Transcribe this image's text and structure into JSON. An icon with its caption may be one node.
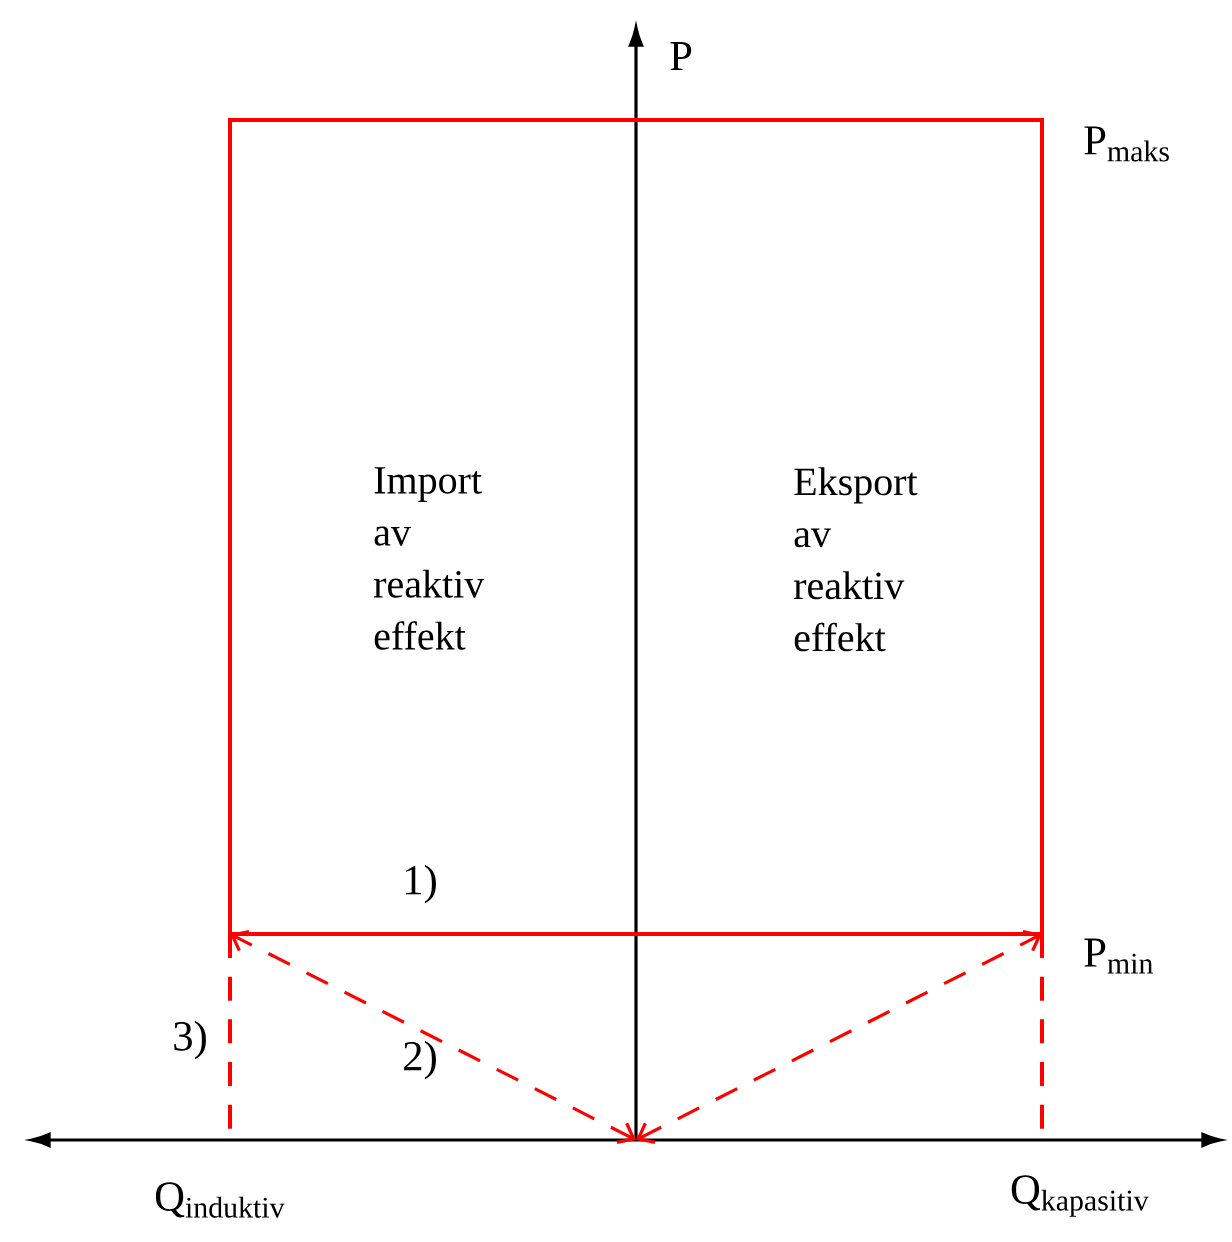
{
  "diagram": {
    "labels": [
      "P",
      "\\mathrm{P}_{\\mathrm{maks}}",
      "Import av reaktiv effekt",
      "Eksport av reaktiv effekt",
      "1)",
      "\\mathrm{P}_{\\mathrm{min}}",
      "3)",
      "2)",
      "\\mathrm{Q}_{\\mathrm{induktiv}}",
      "\\mathrm{Q}_{\\mathrm{kapasitiv}}"
    ]
  }
}
